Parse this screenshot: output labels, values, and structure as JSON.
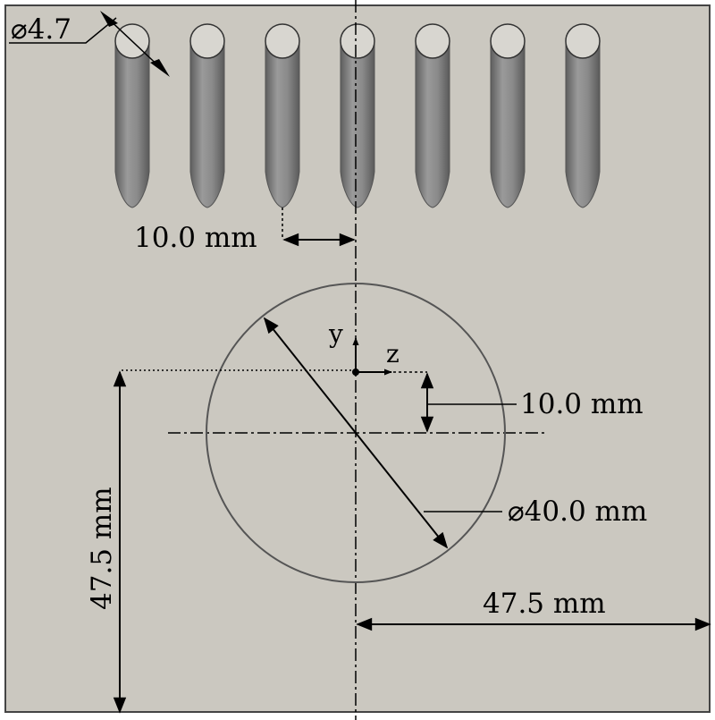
{
  "colors": {
    "plate_fill": "#cbc8c0",
    "plate_border": "#444444",
    "rod_fill": "#8c8c8c",
    "rod_top_fill": "#d8d6d0",
    "line": "#000000"
  },
  "rod_count": 7,
  "labels": {
    "rod_diameter": "⌀4.7",
    "rod_spacing": "10.0 mm",
    "circle_diameter": "⌀40.0 mm",
    "origin_offset": "10.0 mm",
    "vertical_offset": "47.5 mm",
    "horizontal_offset": "47.5 mm",
    "axis_y": "y",
    "axis_z": "z"
  }
}
